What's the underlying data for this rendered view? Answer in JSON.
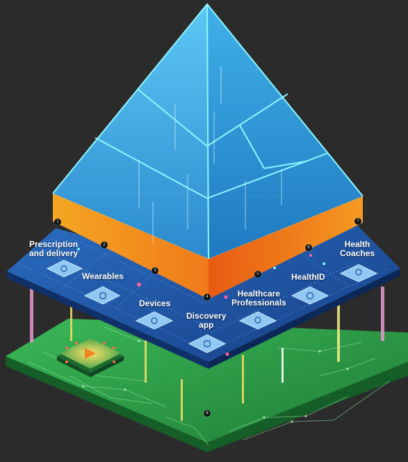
{
  "labels": {
    "prescription": {
      "line1": "Prescription",
      "line2": "and delivery"
    },
    "wearables": "Wearables",
    "devices": "Devices",
    "discovery": {
      "line1": "Discovery",
      "line2": "app"
    },
    "professionals": {
      "line1": "Healthcare",
      "line2": "Professionals"
    },
    "healthid": "HealthID",
    "coaches": {
      "line1": "Health",
      "line2": "Coaches"
    }
  },
  "markers": [
    "1",
    "2",
    "3",
    "4",
    "5",
    "6",
    "7",
    "8"
  ],
  "colors": {
    "background": "#2b2b2b",
    "pyramid_blue": "#3ab0e8",
    "pyramid_edge": "#7ff0ff",
    "base_orange": "#f08a1e",
    "platform_blue": "#1f5fae",
    "circuit_green": "#2fa84a"
  }
}
